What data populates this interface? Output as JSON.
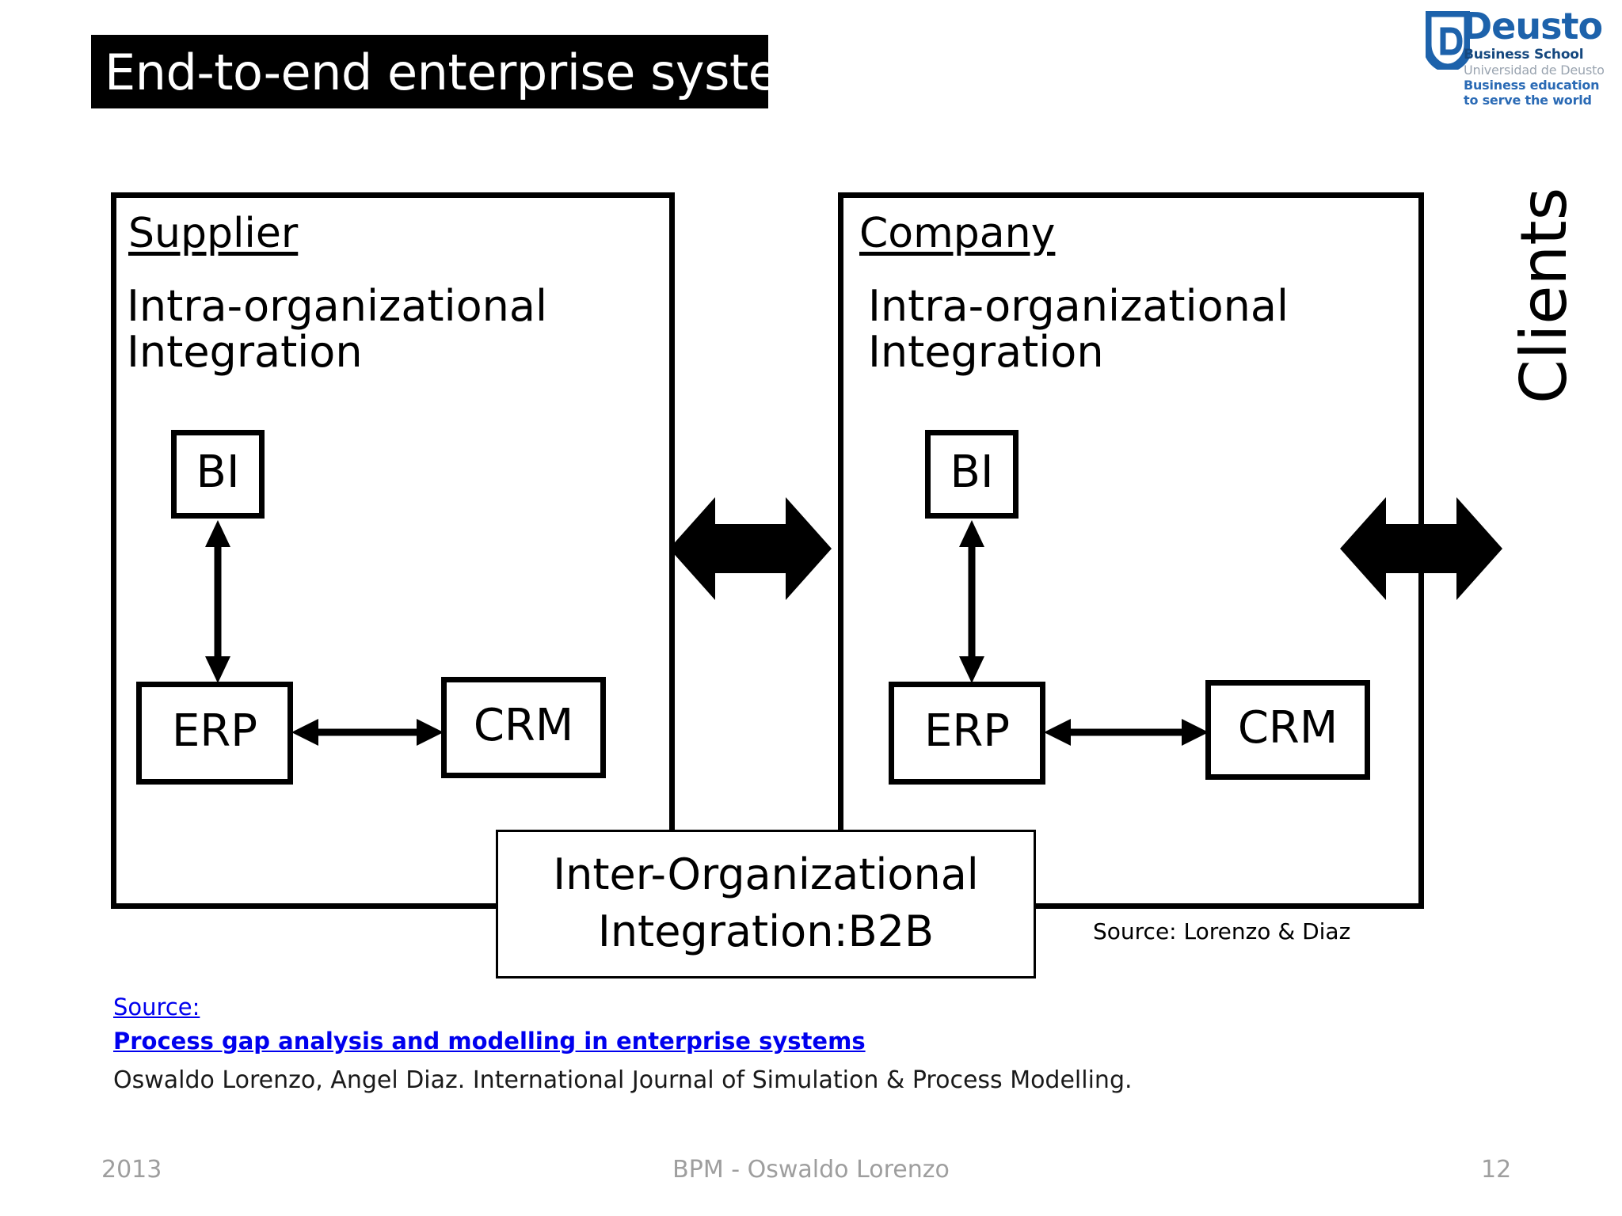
{
  "slide": {
    "title": "End-to-end enterprise systems",
    "background_color": "#ffffff",
    "title_bar_color": "#000000",
    "title_text_color": "#ffffff"
  },
  "logo": {
    "wordmark": "Deusto",
    "line2": "Business School",
    "line3": "Universidad de Deusto",
    "line4": "Business education",
    "line5": "to serve the world",
    "brand_color": "#1d62ab"
  },
  "diagram": {
    "supplier_panel": {
      "heading": "Supplier",
      "subtitle": "Intra-organizational\nIntegration",
      "boxes": {
        "bi": "BI",
        "erp": "ERP",
        "crm": "CRM"
      }
    },
    "company_panel": {
      "heading": "Company",
      "subtitle": "Intra-organizational\nIntegration",
      "boxes": {
        "bi": "BI",
        "erp": "ERP",
        "crm": "CRM"
      }
    },
    "inter_box": "Inter-Organizational\nIntegration:B2B",
    "clients_label": "Clients",
    "source_note": "Source: Lorenzo & Diaz",
    "stroke_color": "#000000"
  },
  "source_block": {
    "label": "Source:",
    "link_text": "Process gap analysis and modelling in enterprise systems",
    "citation": "Oswaldo Lorenzo, Angel Diaz. International Journal of Simulation & Process Modelling.",
    "link_color": "#0000ee"
  },
  "footer": {
    "year": "2013",
    "center": "BPM - Oswaldo Lorenzo",
    "page": "12",
    "color": "#9e9e9e"
  }
}
